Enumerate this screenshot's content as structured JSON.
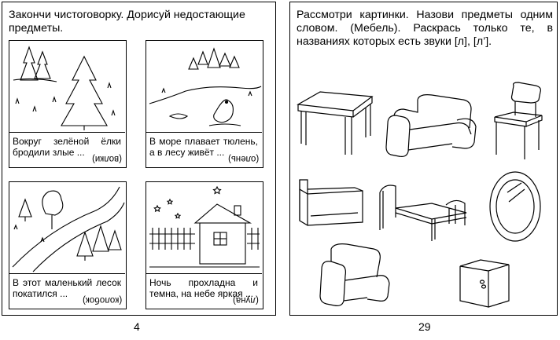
{
  "left_page": {
    "instruction": "Закончи чистоговорку. Дорисуй недостающие предметы.",
    "page_number": "4",
    "panels": [
      {
        "caption": "Вокруг зелёной ёлки бродили злые ...",
        "answer": "(волки)"
      },
      {
        "caption": "В море плавает тюлень, а в лесу живёт ...",
        "answer": "(олень)"
      },
      {
        "caption": "В этот маленький лесок покатился ...",
        "answer": "(колобок)"
      },
      {
        "caption": "Ночь прохладна и темна, на небе яркая ...",
        "answer": "(луна)"
      }
    ]
  },
  "right_page": {
    "instruction": "Рассмотри картинки. Назови предметы одним словом. (Мебель). Раскрась только те, в названиях которых есть звуки [л], [л’].",
    "page_number": "29",
    "items": [
      "table-icon",
      "sofa-icon",
      "chair-icon",
      "shelf-icon",
      "bed-icon",
      "mirror-icon",
      "armchair-icon",
      "nightstand-icon"
    ]
  }
}
